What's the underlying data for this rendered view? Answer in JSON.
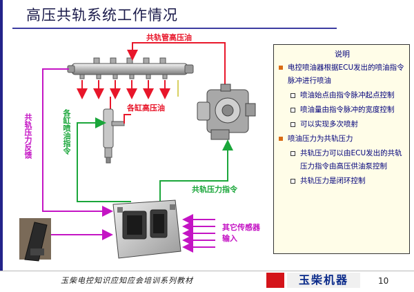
{
  "title": "高压共轨系统工作情况",
  "labels": {
    "rail_high_pressure": "共轨管高压油",
    "cylinder_high_pressure": "各缸高压油",
    "injector_command": "各缸喷油指令",
    "rail_pressure_command": "共轨压力指令",
    "rail_pressure_feedback": "共轨压力反馈",
    "other_sensors": "其它传感器输入"
  },
  "note": {
    "heading": "说明",
    "items": [
      {
        "text": "电控喷油器根据ECU发出的喷油指令脉冲进行喷油",
        "subs": [
          "喷油始点由指令脉冲起点控制",
          "喷油量由指令脉冲的宽度控制",
          "可以实现多次喷射"
        ]
      },
      {
        "text": "喷油压力为共轨压力",
        "subs": [
          "共轨压力可以由ECU发出的共轨压力指令由高压供油泵控制",
          "共轨压力是闭环控制"
        ]
      }
    ]
  },
  "footer": {
    "course_text": "玉柴电控知识应知应会培训系列教材",
    "logo_text": "玉柴机器",
    "page_number": "10"
  },
  "colors": {
    "red": "#e8162a",
    "green": "#1aa63a",
    "magenta": "#c414c4",
    "title_blue": "#1a1a4a"
  }
}
